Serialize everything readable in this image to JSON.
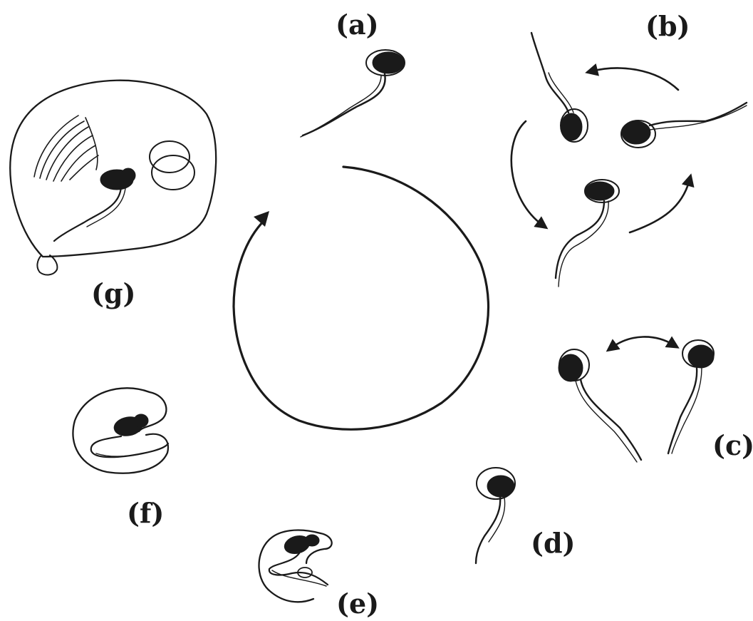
{
  "panels": {
    "a": {
      "label": "(a)"
    },
    "b": {
      "label": "(b)"
    },
    "c": {
      "label": "(c)"
    },
    "d": {
      "label": "(d)"
    },
    "e": {
      "label": "(e)"
    },
    "f": {
      "label": "(f)"
    },
    "g": {
      "label": "(g)"
    }
  }
}
